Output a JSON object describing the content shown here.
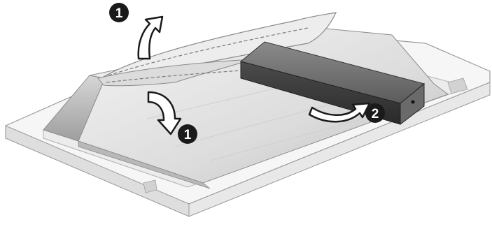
{
  "steps": [
    {
      "number": "1",
      "action": "lift-flap-up"
    },
    {
      "number": "1",
      "action": "fold-flap-down"
    },
    {
      "number": "2",
      "action": "rotate-stand-bar"
    }
  ],
  "colors": {
    "foam": "#f3f3f3",
    "foam_shade": "#d9d9d9",
    "bag": "#e4e4e4",
    "bag_shade": "#c2c2c2",
    "stand": "#5a5a5a",
    "stand_dark": "#2f2f2f",
    "callout": "#1a1a1a"
  },
  "icons": [
    "lift-arrow-icon",
    "fold-arrow-icon",
    "rotate-arrow-icon"
  ]
}
